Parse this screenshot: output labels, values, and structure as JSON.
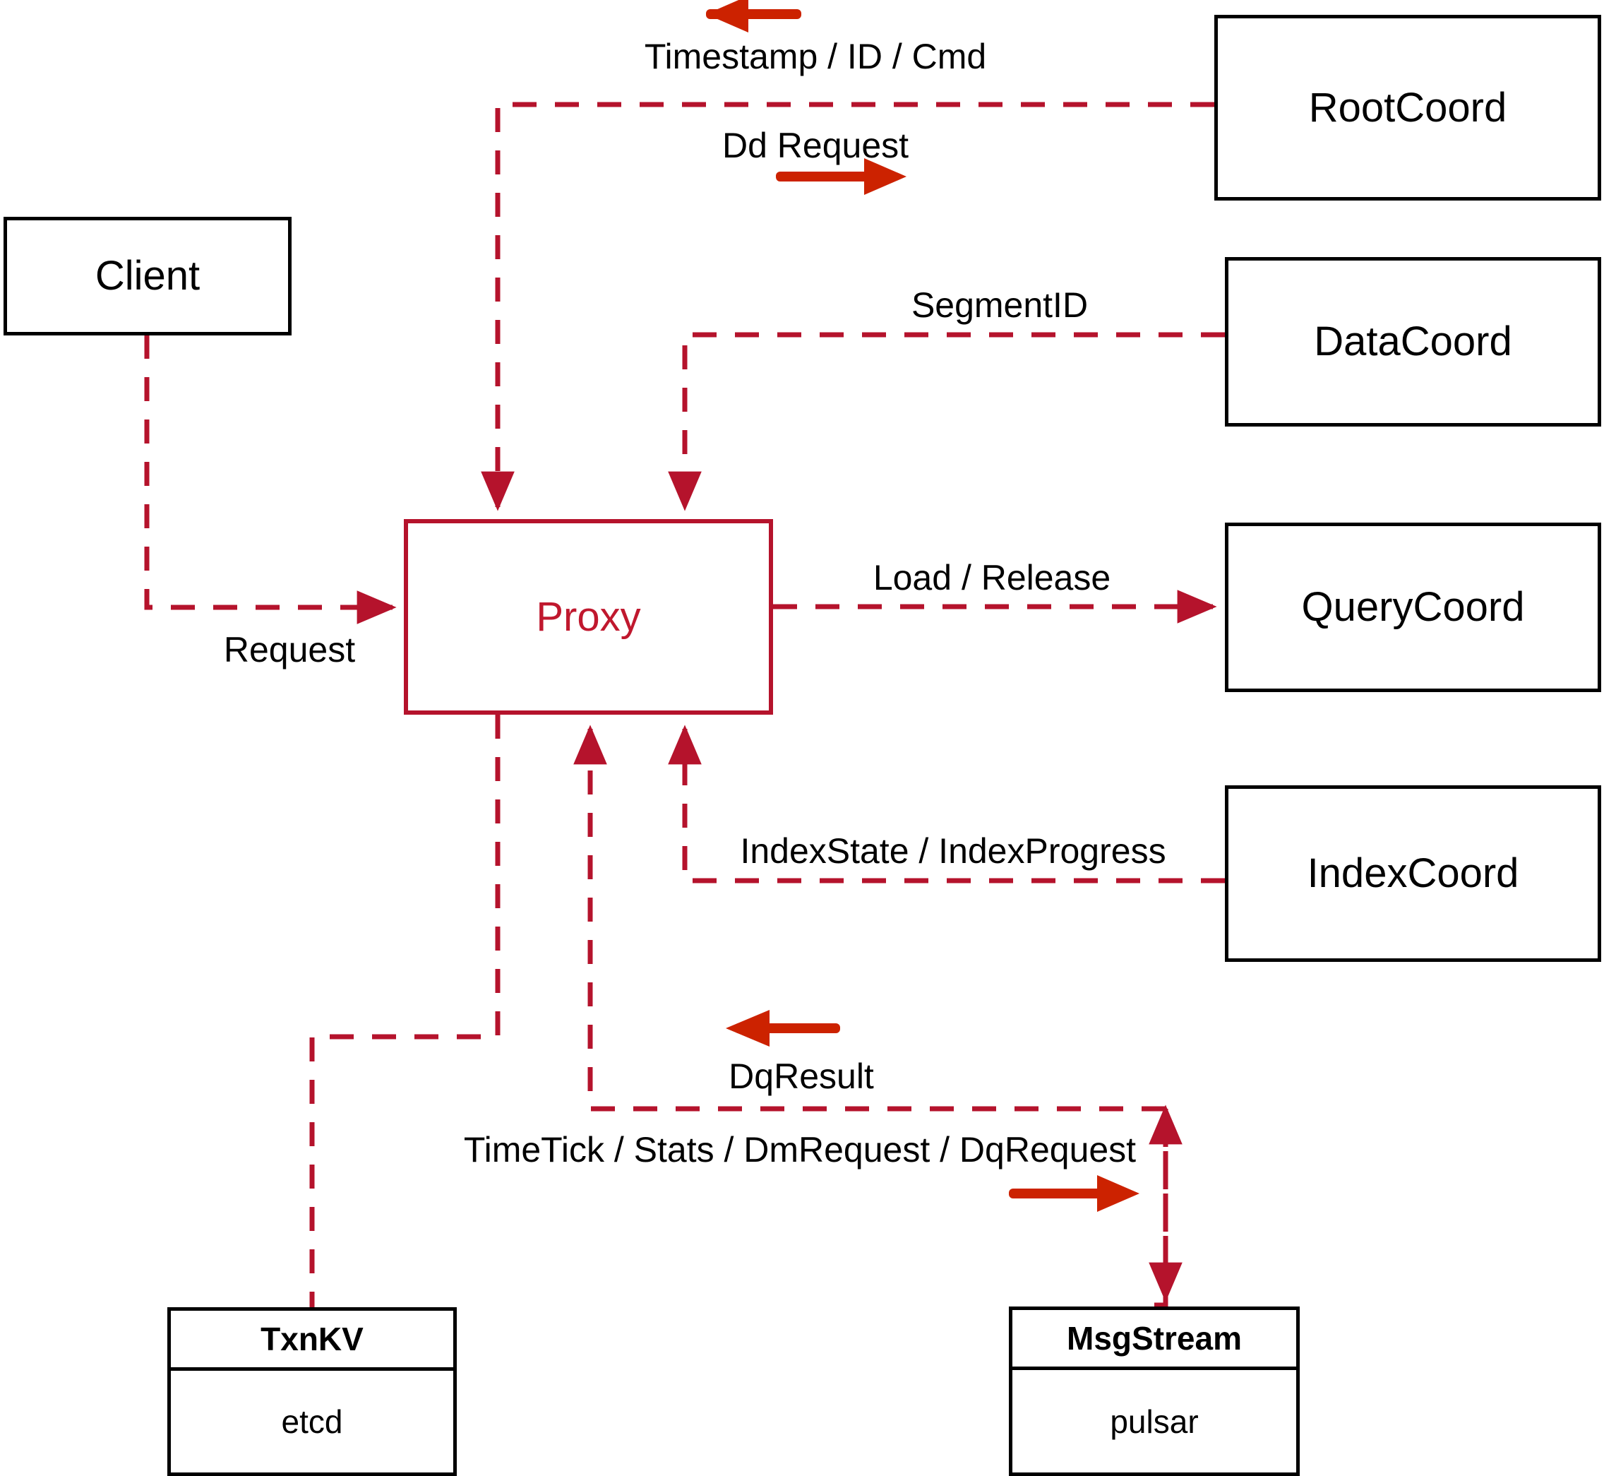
{
  "diagram": {
    "title": "Proxy component interaction diagram",
    "colors": {
      "dashed_line": "#b5132c",
      "solid_arrow": "#cc2200",
      "proxy_border": "#b5132c",
      "proxy_text": "#c0182e",
      "node_border": "#000000",
      "background": "#ffffff"
    }
  },
  "nodes": {
    "client": {
      "label": "Client"
    },
    "proxy": {
      "label": "Proxy"
    },
    "root_coord": {
      "label": "RootCoord"
    },
    "data_coord": {
      "label": "DataCoord"
    },
    "query_coord": {
      "label": "QueryCoord"
    },
    "index_coord": {
      "label": "IndexCoord"
    },
    "txn_kv": {
      "header": "TxnKV",
      "body": "etcd"
    },
    "msg_stream": {
      "header": "MsgStream",
      "body": "pulsar"
    }
  },
  "edge_labels": {
    "timestamp_id_cmd": "Timestamp / ID / Cmd",
    "dd_request": "Dd Request",
    "segment_id": "SegmentID",
    "request": "Request",
    "load_release": "Load / Release",
    "index_state_progress": "IndexState / IndexProgress",
    "dq_result": "DqResult",
    "timetick_stats_dm_dq": "TimeTick / Stats / DmRequest / DqRequest"
  },
  "flows": [
    {
      "from": "Proxy",
      "to": "RootCoord",
      "label": "Dd Request",
      "direction": "right"
    },
    {
      "from": "RootCoord",
      "to": "Proxy",
      "label": "Timestamp / ID / Cmd",
      "direction": "left"
    },
    {
      "from": "DataCoord",
      "to": "Proxy",
      "label": "SegmentID",
      "direction": "left"
    },
    {
      "from": "Client",
      "to": "Proxy",
      "label": "Request",
      "direction": "right"
    },
    {
      "from": "Proxy",
      "to": "QueryCoord",
      "label": "Load / Release",
      "direction": "right"
    },
    {
      "from": "IndexCoord",
      "to": "Proxy",
      "label": "IndexState / IndexProgress",
      "direction": "left"
    },
    {
      "from": "MsgStream",
      "to": "Proxy",
      "label": "DqResult",
      "direction": "left"
    },
    {
      "from": "Proxy",
      "to": "MsgStream",
      "label": "TimeTick / Stats / DmRequest / DqRequest",
      "direction": "right"
    },
    {
      "from": "Proxy",
      "to": "TxnKV",
      "label": "",
      "direction": "down"
    }
  ]
}
